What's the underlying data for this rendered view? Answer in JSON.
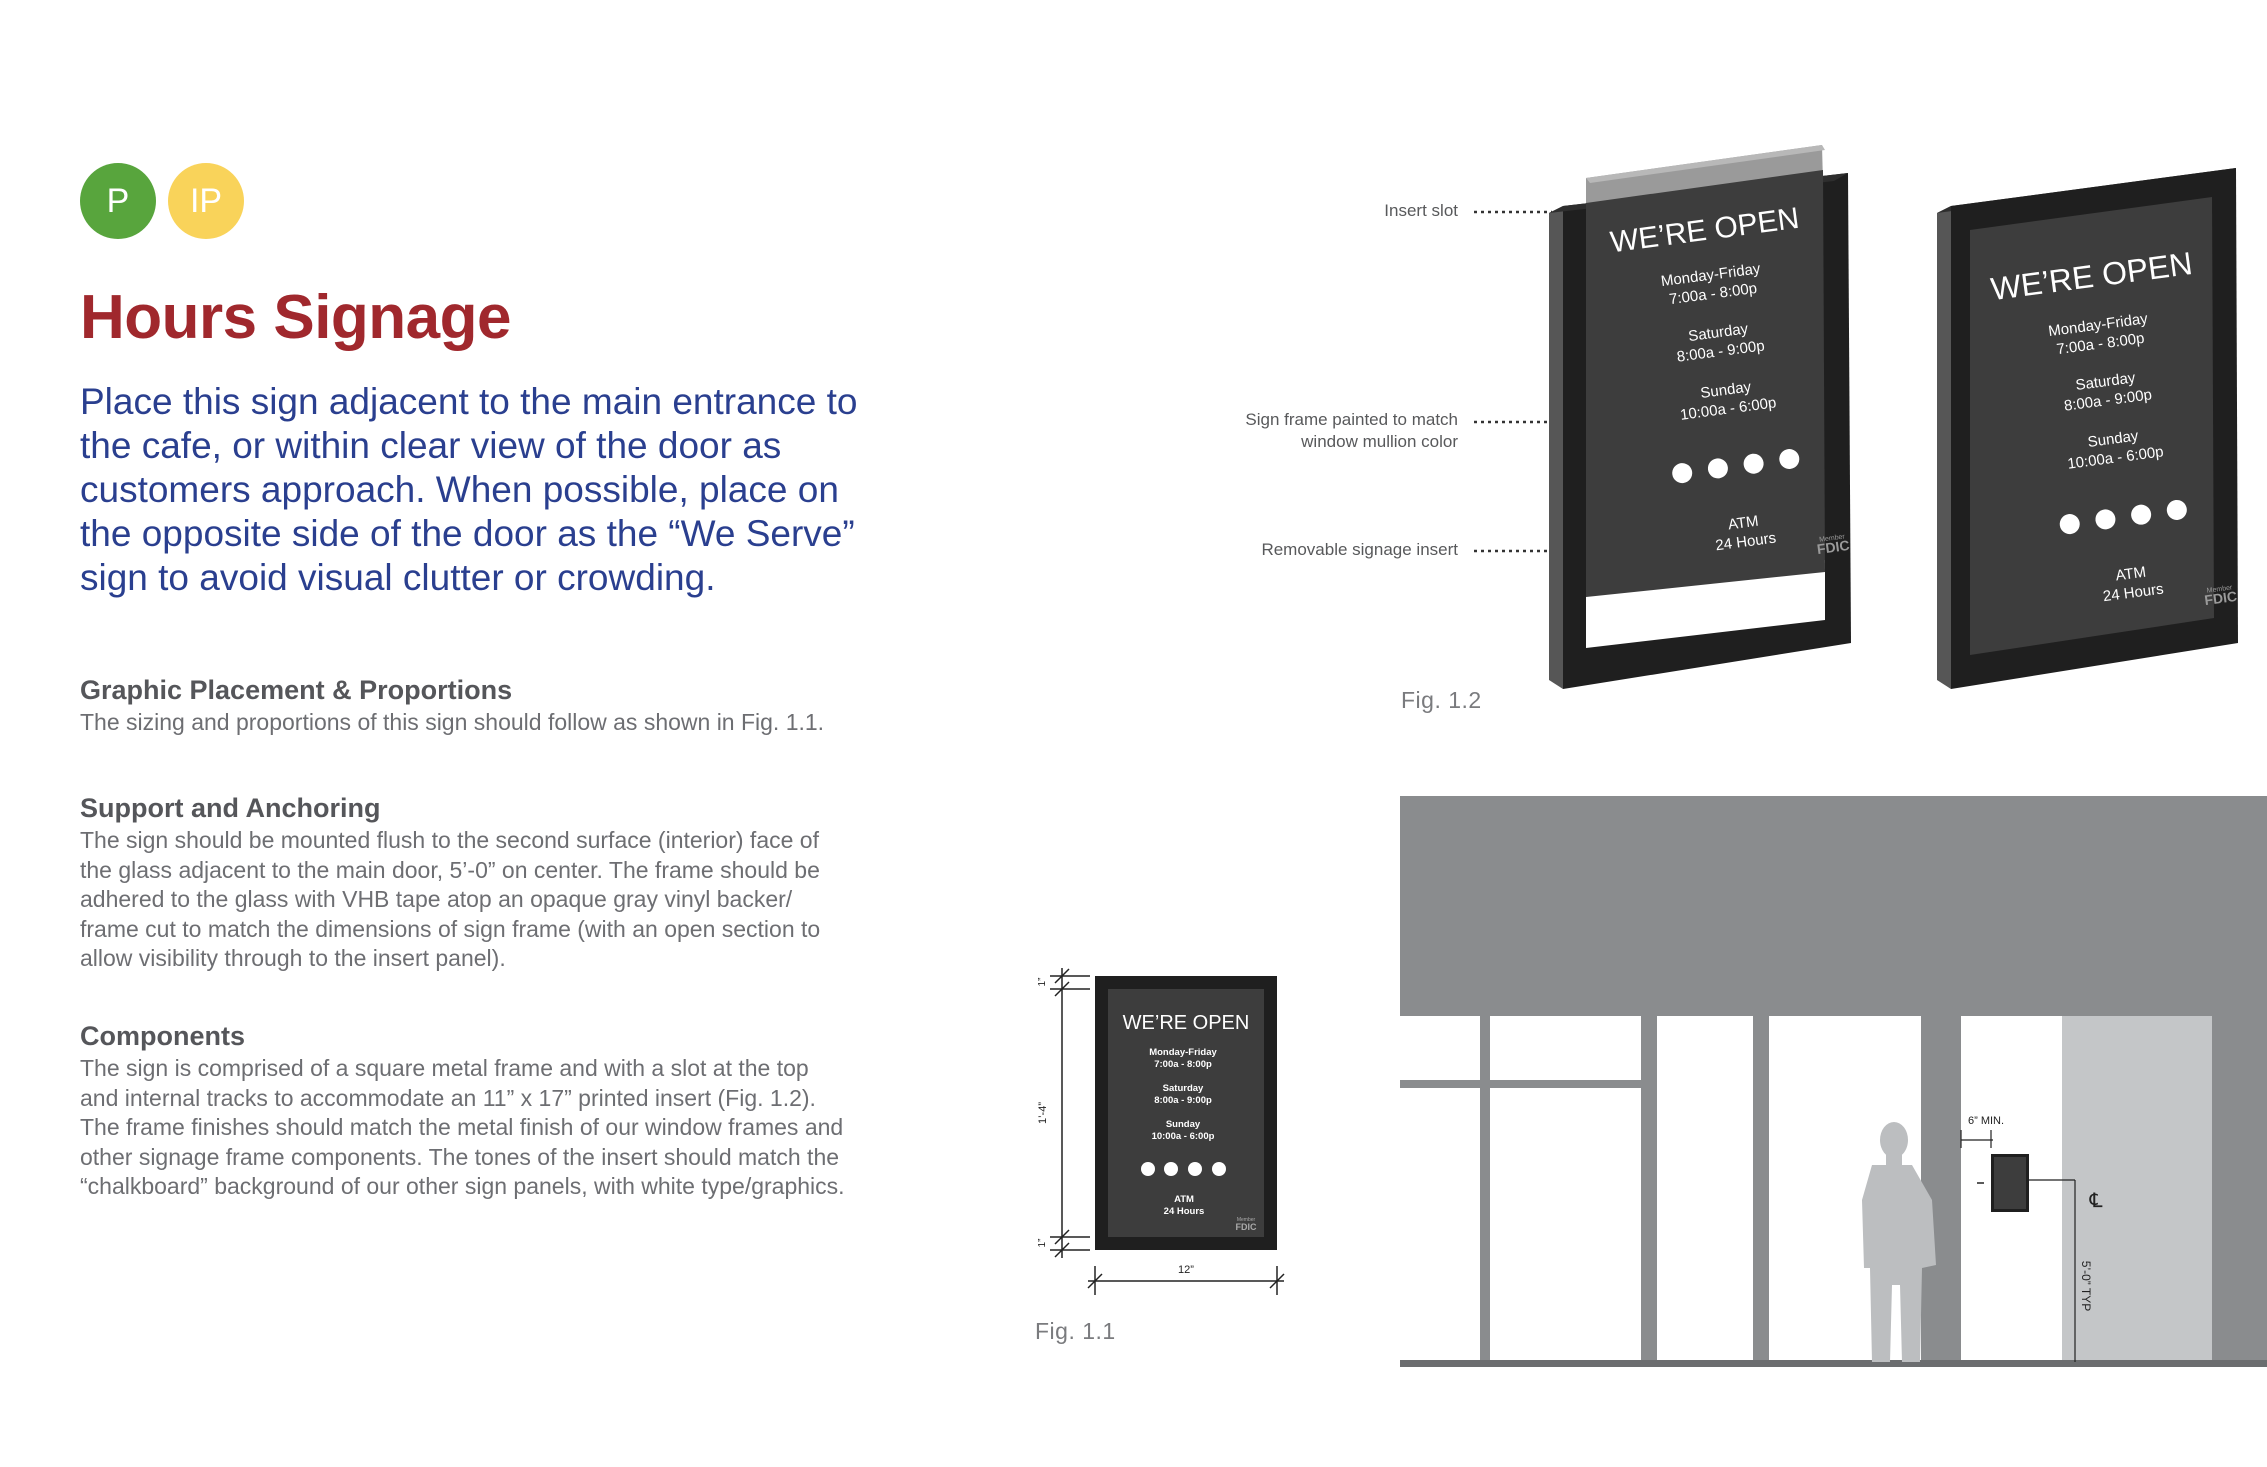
{
  "badges": [
    {
      "label": "P",
      "color": "#58a53d"
    },
    {
      "label": "IP",
      "color": "#f9d35a"
    }
  ],
  "title": "Hours Signage",
  "intro": "Place this sign adjacent to the main entrance to the cafe, or within clear view of the door as customers approach. When possible, place on the opposite side of the door as the “We Serve” sign to avoid visual clutter or crowding.",
  "sections": [
    {
      "heading": "Graphic Placement & Proportions",
      "body": "The sizing and proportions of this sign should follow as shown in Fig. 1.1."
    },
    {
      "heading": "Support and Anchoring",
      "body": "The sign should be mounted flush to the second surface (interior) face of the glass adjacent to the main door, 5’-0” on center. The frame should be adhered to the glass with VHB tape atop an opaque gray vinyl backer/ frame cut to match the dimensions of sign frame (with an open section to allow visibility through to the insert panel)."
    },
    {
      "heading": "Components",
      "body": "The sign is comprised of a square metal frame and with a slot at the top and internal tracks to accommodate an 11” x 17” printed insert (Fig. 1.2). The frame finishes should match the metal finish of our window frames and other signage frame components. The tones of the insert should match the “chalkboard” background of our other sign panels, with white type/graphics."
    }
  ],
  "fig12": {
    "label": "Fig. 1.2",
    "callouts": {
      "insert_slot": "Insert slot",
      "frame_line1": "Sign frame painted to match",
      "frame_line2": "window mullion color",
      "removable": "Removable signage insert"
    },
    "left_sign": {
      "heading": "WE’RE OPEN",
      "mf": "Monday-Friday",
      "mf_hours": "7:00a - 8:00p",
      "sat": "Saturday",
      "sat_hours": "8:00a - 9:00p",
      "sun": "Sunday",
      "sun_hours": "10:00a - 6:00p",
      "atm": "ATM",
      "atm_hours": "24 Hours",
      "fdic_small": "Member",
      "fdic": "FDIC"
    },
    "right_sign": {
      "heading": "WE’RE OPEN",
      "mf": "Monday-Friday",
      "mf_hours": "7:00a - 8:00p",
      "sat": "Saturday",
      "sat_hours": "8:00a - 9:00p",
      "sun": "Sunday",
      "sun_hours": "10:00a - 6:00p",
      "atm": "ATM",
      "atm_hours": "24 Hours",
      "fdic_small": "Member",
      "fdic": "FDIC"
    }
  },
  "fig11": {
    "label": "Fig. 1.1",
    "sign": {
      "heading": "WE’RE OPEN",
      "mf": "Monday-Friday",
      "mf_hours": "7:00a - 8:00p",
      "sat": "Saturday",
      "sat_hours": "8:00a - 9:00p",
      "sun": "Sunday",
      "sun_hours": "10:00a - 6:00p",
      "atm": "ATM",
      "atm_hours": "24 Hours",
      "fdic_small": "Member",
      "fdic": "FDIC"
    },
    "dim_top": "1”",
    "dim_height": "1’-4”",
    "dim_bottom": "1”",
    "dim_width": "12”"
  },
  "elevation": {
    "min_label": "6” MIN.",
    "height_label": "5’-0” TYP",
    "cl_symbol": "℄"
  },
  "colors": {
    "title": "#a0282d",
    "intro": "#2a3f8f",
    "frame": "#1f1f1f",
    "insert": "#3d3d3d",
    "storefront": "#8a8c8e",
    "figure": "#bcbec0"
  }
}
